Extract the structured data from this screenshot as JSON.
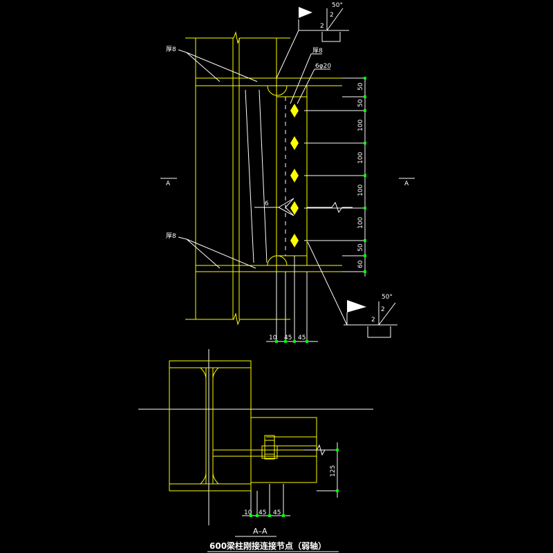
{
  "title": "600梁柱刚接连接节点（弱轴）",
  "section_label": "A–A",
  "section_marks": [
    "A",
    "A"
  ],
  "elevation": {
    "labels": {
      "plate_thk_top": "厚8",
      "plate_thk_bottom": "厚8",
      "shear_plate_thk": "厚8",
      "hole_spec": "6φ20",
      "fillet_size": "6"
    },
    "weld_symbols": [
      {
        "angle": "50°",
        "size": "2"
      },
      {
        "angle": "50°",
        "size": "2"
      }
    ],
    "right_dims": [
      "50",
      "50",
      "100",
      "100",
      "100",
      "100",
      "50",
      "60"
    ],
    "bottom_dims": [
      "10",
      "45",
      "45"
    ],
    "bolt_count": 5
  },
  "section": {
    "right_dim": "125",
    "bottom_dims": [
      "10",
      "45",
      "45"
    ]
  },
  "colors": {
    "background": "#000000",
    "steel": "#ffff00",
    "leader": "#ffffff",
    "dimension_tick": "#00ff00"
  }
}
